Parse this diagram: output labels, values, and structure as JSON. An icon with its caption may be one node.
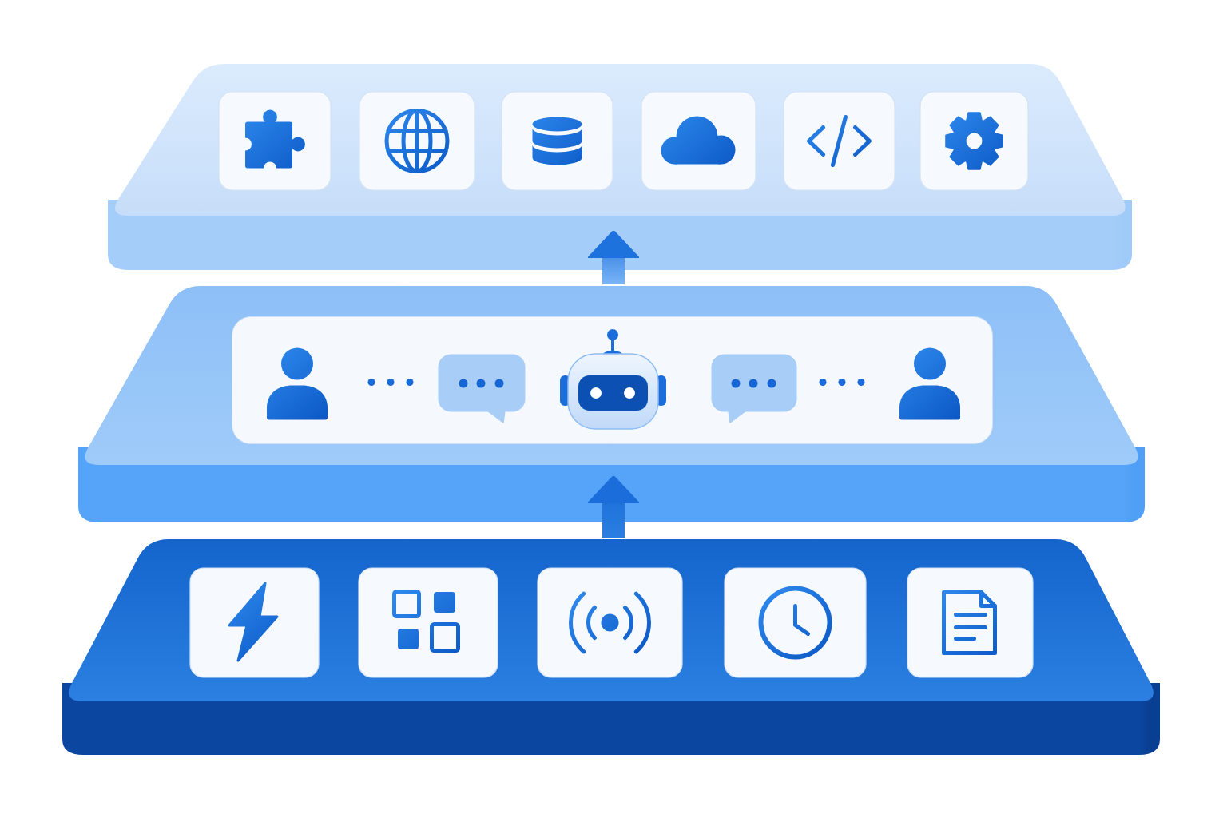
{
  "diagram": {
    "nodes": [
      {
        "text": [],
        "shape": "box"
      },
      {
        "text": [],
        "shape": "box"
      },
      {
        "text": [],
        "shape": "box"
      }
    ],
    "edges": [
      {
        "from": 1,
        "to": 0,
        "arrow": "to"
      },
      {
        "from": 2,
        "to": 1,
        "arrow": "to"
      }
    ]
  }
}
